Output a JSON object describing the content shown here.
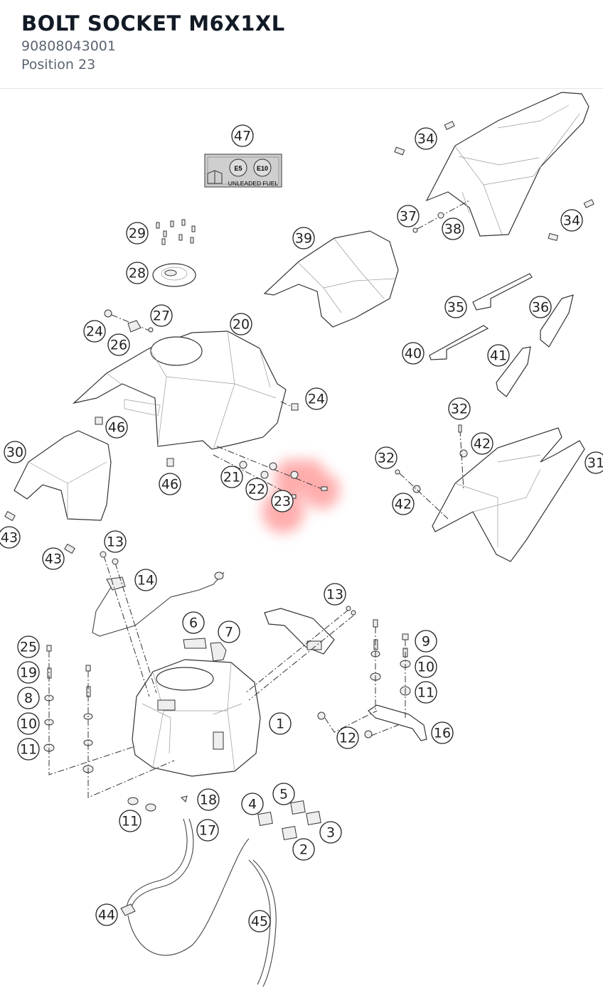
{
  "header": {
    "title": "BOLT SOCKET M6X1XL",
    "part_number": "90808043001",
    "position": "Position 23"
  },
  "highlight": {
    "position": "23",
    "color": "#ff6b6b"
  },
  "label": {
    "fuel_line1_a": "E5",
    "fuel_line1_b": "E10",
    "fuel_text": "UNLEADED FUEL"
  },
  "callouts": [
    {
      "id": "c47",
      "n": "47"
    },
    {
      "id": "c34a",
      "n": "34"
    },
    {
      "id": "c34b",
      "n": "34"
    },
    {
      "id": "c37",
      "n": "37"
    },
    {
      "id": "c38",
      "n": "38"
    },
    {
      "id": "c39",
      "n": "39"
    },
    {
      "id": "c29",
      "n": "29"
    },
    {
      "id": "c28",
      "n": "28"
    },
    {
      "id": "c27",
      "n": "27"
    },
    {
      "id": "c24a",
      "n": "24"
    },
    {
      "id": "c26",
      "n": "26"
    },
    {
      "id": "c20",
      "n": "20"
    },
    {
      "id": "c35",
      "n": "35"
    },
    {
      "id": "c36",
      "n": "36"
    },
    {
      "id": "c40",
      "n": "40"
    },
    {
      "id": "c41",
      "n": "41"
    },
    {
      "id": "c24b",
      "n": "24"
    },
    {
      "id": "c46a",
      "n": "46"
    },
    {
      "id": "c32a",
      "n": "32"
    },
    {
      "id": "c42a",
      "n": "42"
    },
    {
      "id": "c30",
      "n": "30"
    },
    {
      "id": "c21",
      "n": "21"
    },
    {
      "id": "c22",
      "n": "22"
    },
    {
      "id": "c23",
      "n": "23"
    },
    {
      "id": "c46b",
      "n": "46"
    },
    {
      "id": "c32b",
      "n": "32"
    },
    {
      "id": "c31",
      "n": "31"
    },
    {
      "id": "c42b",
      "n": "42"
    },
    {
      "id": "c43a",
      "n": "43"
    },
    {
      "id": "c43b",
      "n": "43"
    },
    {
      "id": "c13a",
      "n": "13"
    },
    {
      "id": "c14",
      "n": "14"
    },
    {
      "id": "c13b",
      "n": "13"
    },
    {
      "id": "c6",
      "n": "6"
    },
    {
      "id": "c7",
      "n": "7"
    },
    {
      "id": "c25",
      "n": "25"
    },
    {
      "id": "c9",
      "n": "9"
    },
    {
      "id": "c19",
      "n": "19"
    },
    {
      "id": "c10a",
      "n": "10"
    },
    {
      "id": "c8",
      "n": "8"
    },
    {
      "id": "c11a",
      "n": "11"
    },
    {
      "id": "c10b",
      "n": "10"
    },
    {
      "id": "c1",
      "n": "1"
    },
    {
      "id": "c16",
      "n": "16"
    },
    {
      "id": "c11b",
      "n": "11"
    },
    {
      "id": "c12",
      "n": "12"
    },
    {
      "id": "c5",
      "n": "5"
    },
    {
      "id": "c18",
      "n": "18"
    },
    {
      "id": "c4",
      "n": "4"
    },
    {
      "id": "c3",
      "n": "3"
    },
    {
      "id": "c11c",
      "n": "11"
    },
    {
      "id": "c17",
      "n": "17"
    },
    {
      "id": "c2",
      "n": "2"
    },
    {
      "id": "c44",
      "n": "44"
    },
    {
      "id": "c45",
      "n": "45"
    }
  ]
}
